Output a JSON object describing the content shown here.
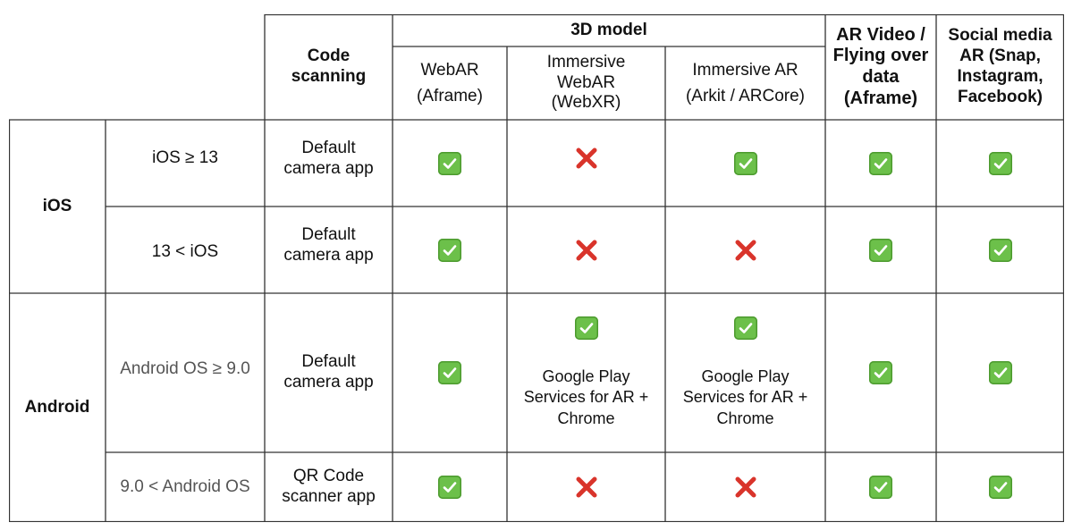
{
  "header": {
    "code_scanning": "Code\nscanning",
    "group_3d_model": "3D model",
    "webar": "WebAR\n(Aframe)",
    "immersive_webar": "Immersive\nWebAR\n(WebXR)",
    "immersive_ar": "Immersive AR\n(Arkit / ARCore)",
    "ar_video": "AR Video /\nFlying over\ndata\n(Aframe)",
    "social_ar": "Social media\nAR (Snap,\nInstagram,\nFacebook)"
  },
  "platforms": {
    "ios": "iOS",
    "android": "Android"
  },
  "rows": [
    {
      "os": "iOS ≥ 13",
      "scan": "Default\ncamera app",
      "webar": "check",
      "immersive_webar": "cross",
      "immersive_ar": "check",
      "ar_video": "check",
      "social": "check"
    },
    {
      "os": "13 < iOS",
      "scan": "Default\ncamera app",
      "webar": "check",
      "immersive_webar": "cross",
      "immersive_ar": "cross",
      "ar_video": "check",
      "social": "check"
    },
    {
      "os": "Android OS ≥ 9.0",
      "scan": "Default\ncamera app",
      "webar": "check",
      "immersive_webar": "check",
      "immersive_webar_note": "Google Play\nServices for AR +\nChrome",
      "immersive_ar": "check",
      "immersive_ar_note": "Google Play\nServices for AR +\nChrome",
      "ar_video": "check",
      "social": "check"
    },
    {
      "os": "9.0 < Android OS",
      "scan": "QR Code\nscanner app",
      "webar": "check",
      "immersive_webar": "cross",
      "immersive_ar": "cross",
      "ar_video": "check",
      "social": "check"
    }
  ],
  "icons": {
    "check": "check-icon",
    "cross": "cross-icon",
    "check_color": "#6cc04a",
    "cross_color": "#d9342b"
  }
}
